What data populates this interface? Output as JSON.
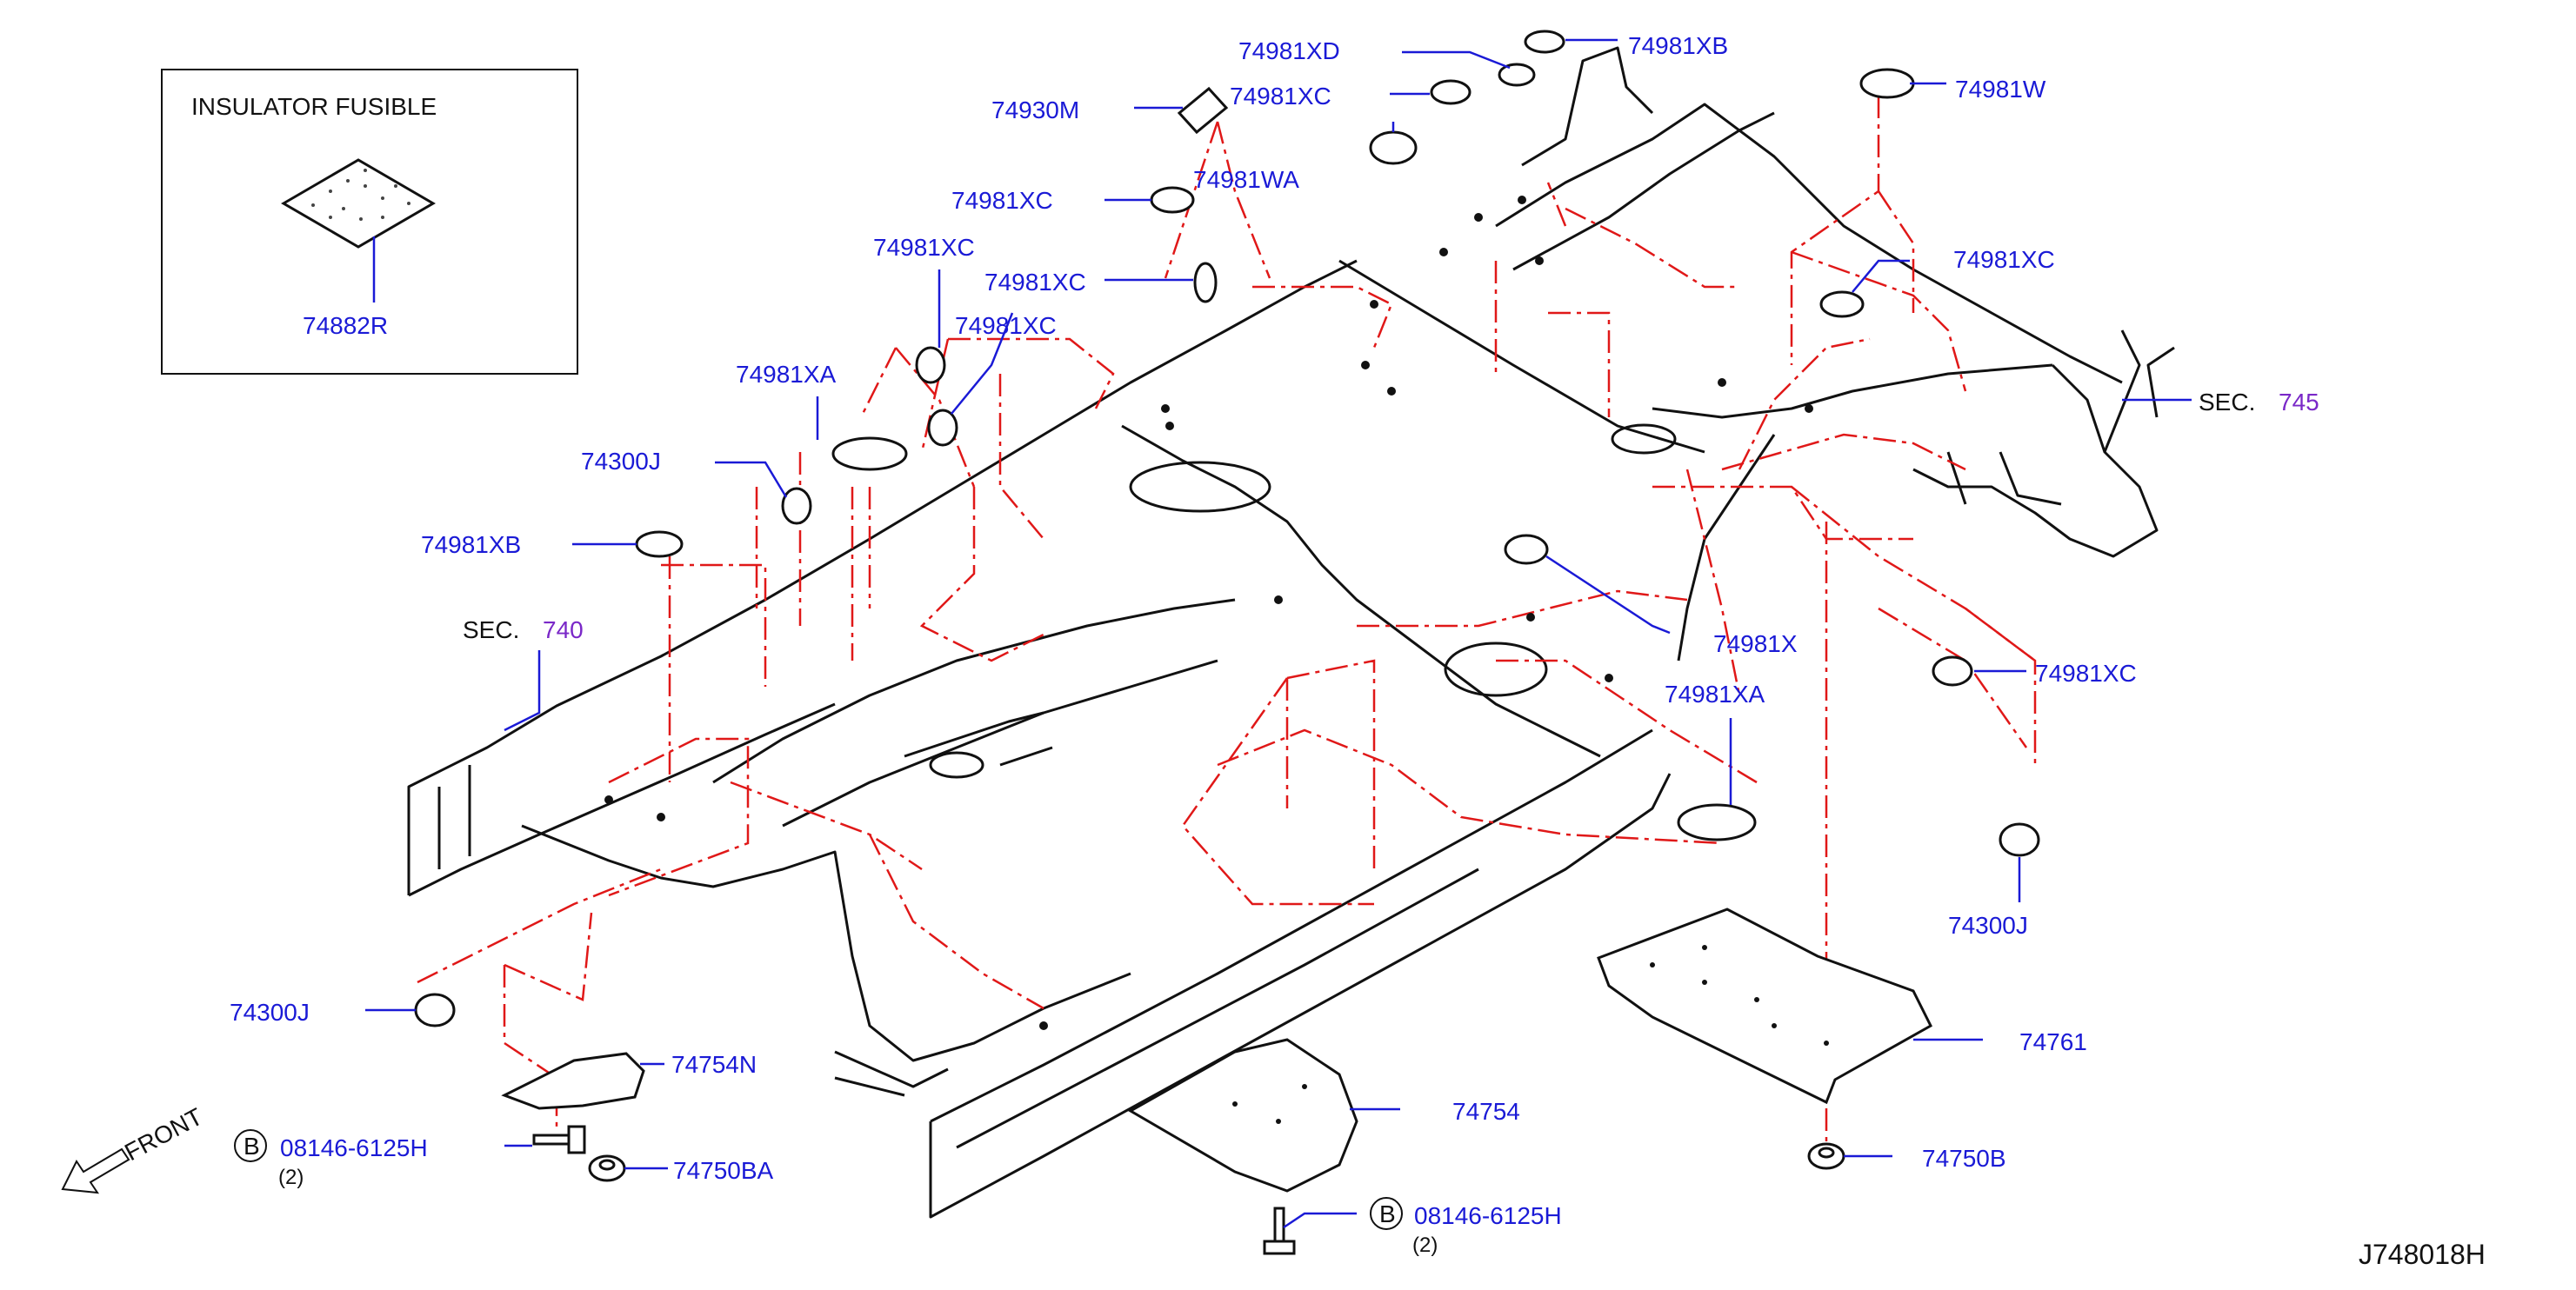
{
  "diagram_code": "J748018H",
  "inset": {
    "title": "INSULATOR   FUSIBLE",
    "part": "74882R"
  },
  "front_label": "FRONT",
  "section_refs": [
    {
      "prefix": "SEC.",
      "number": "740"
    },
    {
      "prefix": "SEC.",
      "number": "745"
    }
  ],
  "bolt_badge": "B",
  "callouts": [
    "74981XD",
    "74981XB",
    "74981W",
    "74930M",
    "74981XC",
    "74981WA",
    "74981XC",
    "74981XC",
    "74981XC",
    "74981XC",
    "74981XC",
    "74981XA",
    "74300J",
    "74981XB",
    "74981X",
    "74981XC",
    "74981XA",
    "74300J",
    "74300J",
    "74754N",
    "08146-6125H",
    "(2)",
    "74750BA",
    "74754",
    "08146-6125H",
    "(2)",
    "74761",
    "74750B"
  ],
  "colors": {
    "callout_text": "#1a1ad6",
    "section_number": "#7a28c8",
    "reference_line": "#e01818",
    "outline": "#111111"
  }
}
